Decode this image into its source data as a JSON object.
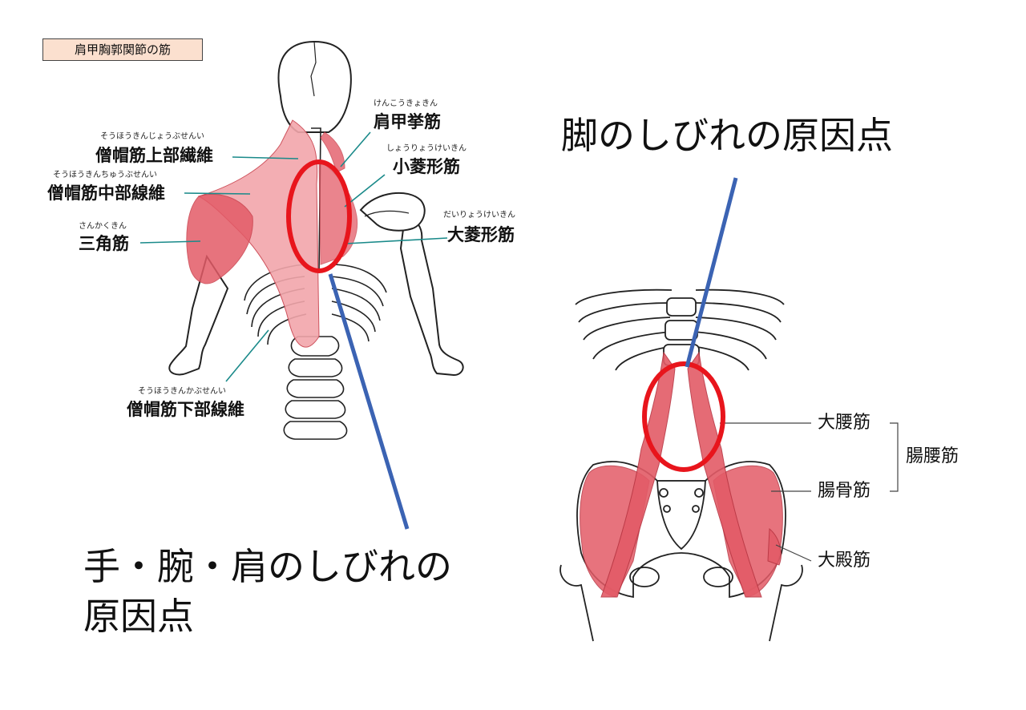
{
  "title": "肩甲胸郭関節の筋",
  "colors": {
    "muscle": "#e35b67",
    "muscle_light": "#f2a6ab",
    "highlight_ring": "#e8151c",
    "pointer_line": "#3b63b3",
    "title_bg": "#fbe0cf"
  },
  "upper_labels": [
    {
      "name": "肩甲挙筋",
      "furigana": "けんこうきょきん"
    },
    {
      "name": "小菱形筋",
      "furigana": "しょうりょうけいきん"
    },
    {
      "name": "大菱形筋",
      "furigana": "だいりょうけいきん"
    },
    {
      "name": "僧帽筋上部繊維",
      "furigana": "そうほうきんじょうぶせんい"
    },
    {
      "name": "僧帽筋中部線維",
      "furigana": "そうほうきんちゅうぶせんい"
    },
    {
      "name": "三角筋",
      "furigana": "さんかくきん"
    },
    {
      "name": "僧帽筋下部線維",
      "furigana": "そうほうきんかぶせんい"
    }
  ],
  "lower_labels": {
    "psoas": "大腰筋",
    "iliacus": "腸骨筋",
    "group": "腸腰筋",
    "gluteus": "大殿筋"
  },
  "callouts": {
    "leg": "脚のしびれの原因点",
    "arm_line1": "手・腕・肩のしびれの",
    "arm_line2": "原因点"
  }
}
